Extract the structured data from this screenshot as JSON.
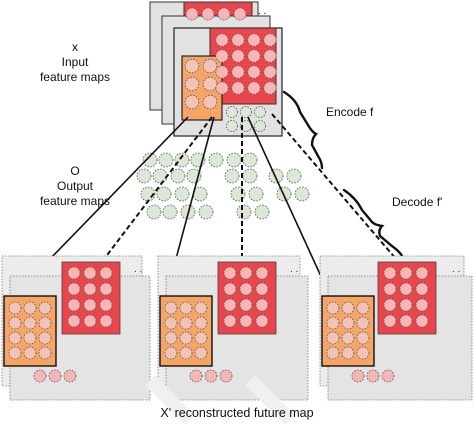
{
  "labels": {
    "input_symbol": "x",
    "input_line1": "Input",
    "input_line2": "feature maps",
    "output_symbol": "O",
    "output_line1": "Output",
    "output_line2": "feature maps",
    "encode": "Encode f",
    "decode": "Decode f'",
    "reconstructed": "X' reconstructed future map"
  },
  "colors": {
    "red_map": "#e8464c",
    "red_dot": "#f7b6b6",
    "orange_map": "#f6a664",
    "orange_dot": "#f2c4b8",
    "green_dot": "#dce8d6",
    "gray_panel": "#e4e4e4",
    "pink_dot": "#f4b6b6"
  }
}
